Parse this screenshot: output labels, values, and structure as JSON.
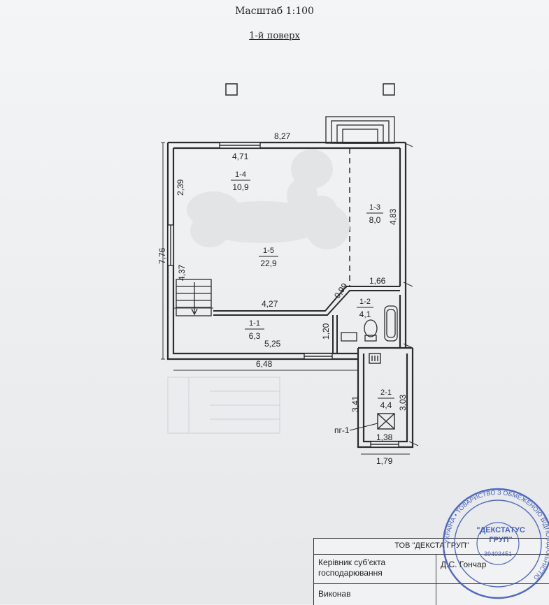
{
  "header": {
    "scale": "Масштаб 1:100",
    "floor": "1-й поверх"
  },
  "rooms": [
    {
      "id": "1-4",
      "area": "10,9"
    },
    {
      "id": "1-5",
      "area": "22,9"
    },
    {
      "id": "1-3",
      "area": "8,0"
    },
    {
      "id": "1-2",
      "area": "4,1"
    },
    {
      "id": "1-1",
      "area": "6,3"
    },
    {
      "id": "2-1",
      "area": "4,4"
    }
  ],
  "dimensions": {
    "top_total": "8,27",
    "top_window": "4,71",
    "left_upper": "2,39",
    "left_total": "7,76",
    "left_stair": "4,37",
    "right_1_3": "4,83",
    "corridor_top": "4,27",
    "diag": "0,99",
    "bath_top": "1,66",
    "room_1_1_inner": "1,20",
    "room_1_1_len": "5,25",
    "bottom_total": "6,48",
    "annex_left": "3,41",
    "annex_right": "3,03",
    "annex_inner": "1,38",
    "annex_bottom": "1,79"
  },
  "labels": {
    "pg": "пг-1"
  },
  "table": {
    "company": "ТОВ \"ДЕКСТА ГРУП\"",
    "head_role_line1": "Керівник суб'єкта",
    "head_role_line2": "господарювання",
    "head_name": "Д.С. Гончар",
    "exec_role": "Виконав",
    "exec_name": ""
  },
  "stamp": {
    "line1": "\"ДЕКСТАТУС",
    "line2": "ГРУП\"",
    "code": "39403451",
    "ring": "УКРАЇНА • ТОВАРИСТВО З ОБМЕЖЕНОЮ ВІДПОВІДАЛЬНІСТЮ"
  },
  "colors": {
    "line": "#2b2b2b",
    "stamp": "#3552b8",
    "blur": "#e3e4e6"
  }
}
